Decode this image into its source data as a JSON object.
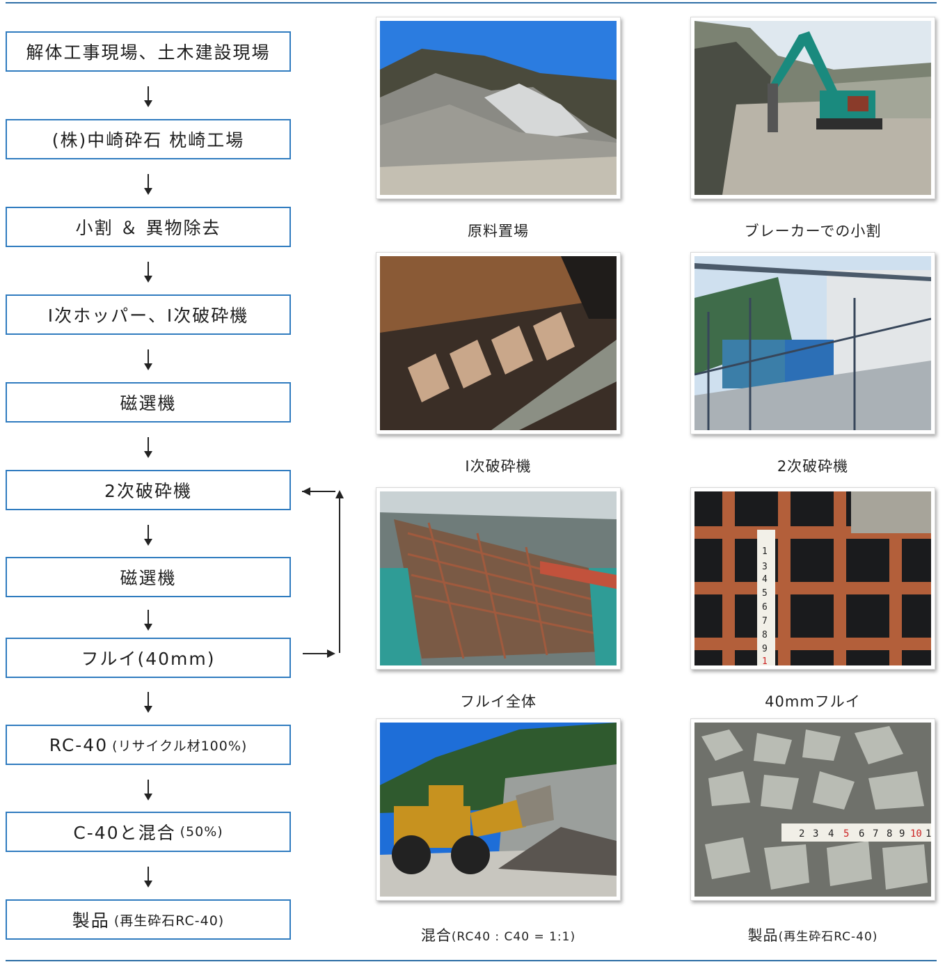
{
  "flow": {
    "steps": [
      {
        "main": "解体工事現場、土木建設現場",
        "note": ""
      },
      {
        "main": "(株)中崎砕石 枕崎工場",
        "note": ""
      },
      {
        "main": "小割 ＆ 異物除去",
        "note": ""
      },
      {
        "main": "Ⅰ次ホッパー、Ⅰ次破砕機",
        "note": ""
      },
      {
        "main": "磁選機",
        "note": ""
      },
      {
        "main": "2次破砕機",
        "note": ""
      },
      {
        "main": "磁選機",
        "note": ""
      },
      {
        "main": "フルイ(40mm)",
        "note": ""
      },
      {
        "main": "RC-40",
        "note": "(リサイクル材100%)"
      },
      {
        "main": "C-40と混合",
        "note": "(50%)"
      },
      {
        "main": "製品",
        "note": "(再生砕石RC-40)"
      }
    ]
  },
  "photos": [
    {
      "caption": "原料置場",
      "note": "",
      "scene": "rubble-pile"
    },
    {
      "caption": "ブレーカーでの小割",
      "note": "",
      "scene": "excavator-breaker"
    },
    {
      "caption": "Ⅰ次破砕機",
      "note": "",
      "scene": "primary-crusher-jaw"
    },
    {
      "caption": "2次破砕機",
      "note": "",
      "scene": "secondary-crusher-plant"
    },
    {
      "caption": "フルイ全体",
      "note": "",
      "scene": "screen-deck"
    },
    {
      "caption": "40mmフルイ",
      "note": "",
      "scene": "screen-mesh-tape"
    },
    {
      "caption": "混合",
      "note": "(RC40 : C40 = 1:1)",
      "scene": "wheel-loader-mixing"
    },
    {
      "caption": "製品",
      "note": "(再生砕石RC-40)",
      "scene": "product-gravel-tape"
    }
  ],
  "tape_marks": {
    "vertical": [
      "1",
      "3",
      "4",
      "5",
      "6",
      "7",
      "8",
      "9",
      "1"
    ],
    "horizontal": [
      "2",
      "3",
      "4",
      "5",
      "6",
      "7",
      "8",
      "9",
      "10",
      "1"
    ]
  },
  "colors": {
    "box_border": "#2f7bbf",
    "rule": "#2f6fa6",
    "arrow": "#222222"
  }
}
